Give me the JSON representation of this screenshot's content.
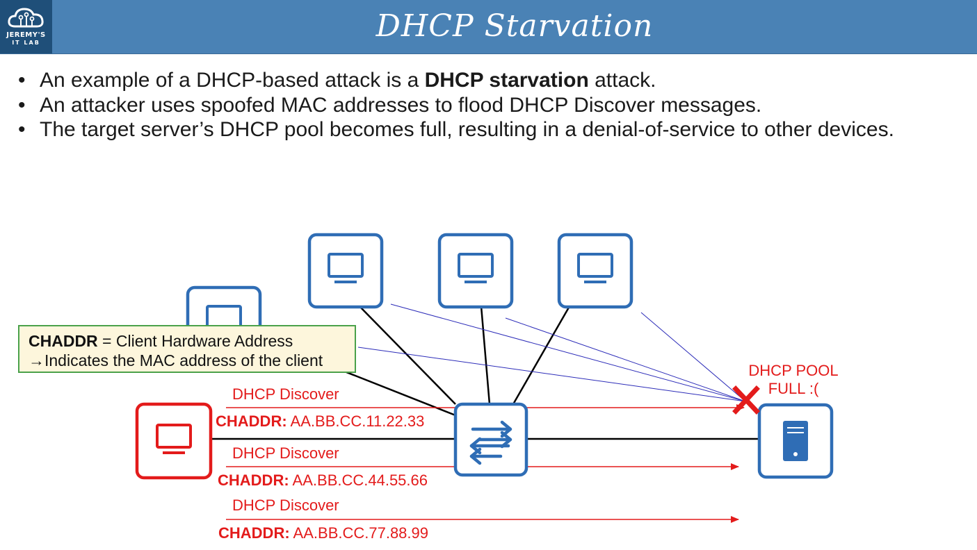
{
  "header": {
    "title": "DHCP Starvation",
    "logo_line1": "JEREMY'S",
    "logo_line2": "IT LAB"
  },
  "bullets": [
    {
      "pre": "An example of a DHCP-based attack is a ",
      "bold": "DHCP starvation",
      "post": " attack."
    },
    {
      "pre": "An attacker uses spoofed MAC addresses to flood DHCP Discover messages.",
      "bold": "",
      "post": ""
    },
    {
      "pre": "The target server’s DHCP pool becomes full, resulting in a denial-of-service to other devices.",
      "bold": "",
      "post": ""
    }
  ],
  "callout": {
    "term": "CHADDR",
    "definition": " = Client Hardware Address",
    "line2": "→Indicates the MAC address of the client"
  },
  "pool_status": {
    "line1": "DHCP POOL",
    "line2": "FULL :("
  },
  "messages": [
    {
      "label": "DHCP Discover",
      "chaddr_label": "CHADDR:",
      "chaddr_value": " AA.BB.CC.11.22.33"
    },
    {
      "label": "DHCP Discover",
      "chaddr_label": "CHADDR:",
      "chaddr_value": " AA.BB.CC.44.55.66"
    },
    {
      "label": "DHCP Discover",
      "chaddr_label": "CHADDR:",
      "chaddr_value": " AA.BB.CC.77.88.99"
    }
  ],
  "colors": {
    "header_bg": "#4a82b5",
    "device_blue": "#2f6db5",
    "attacker_red": "#e31b1b",
    "callout_bg": "#fdf6dc",
    "callout_border": "#4aa14a",
    "spoof_line": "#2b2bb8"
  },
  "icons": {
    "pc": "pc-monitor-icon",
    "switch": "switch-arrows-icon",
    "server": "server-tower-icon",
    "blocked": "x-mark-icon"
  }
}
